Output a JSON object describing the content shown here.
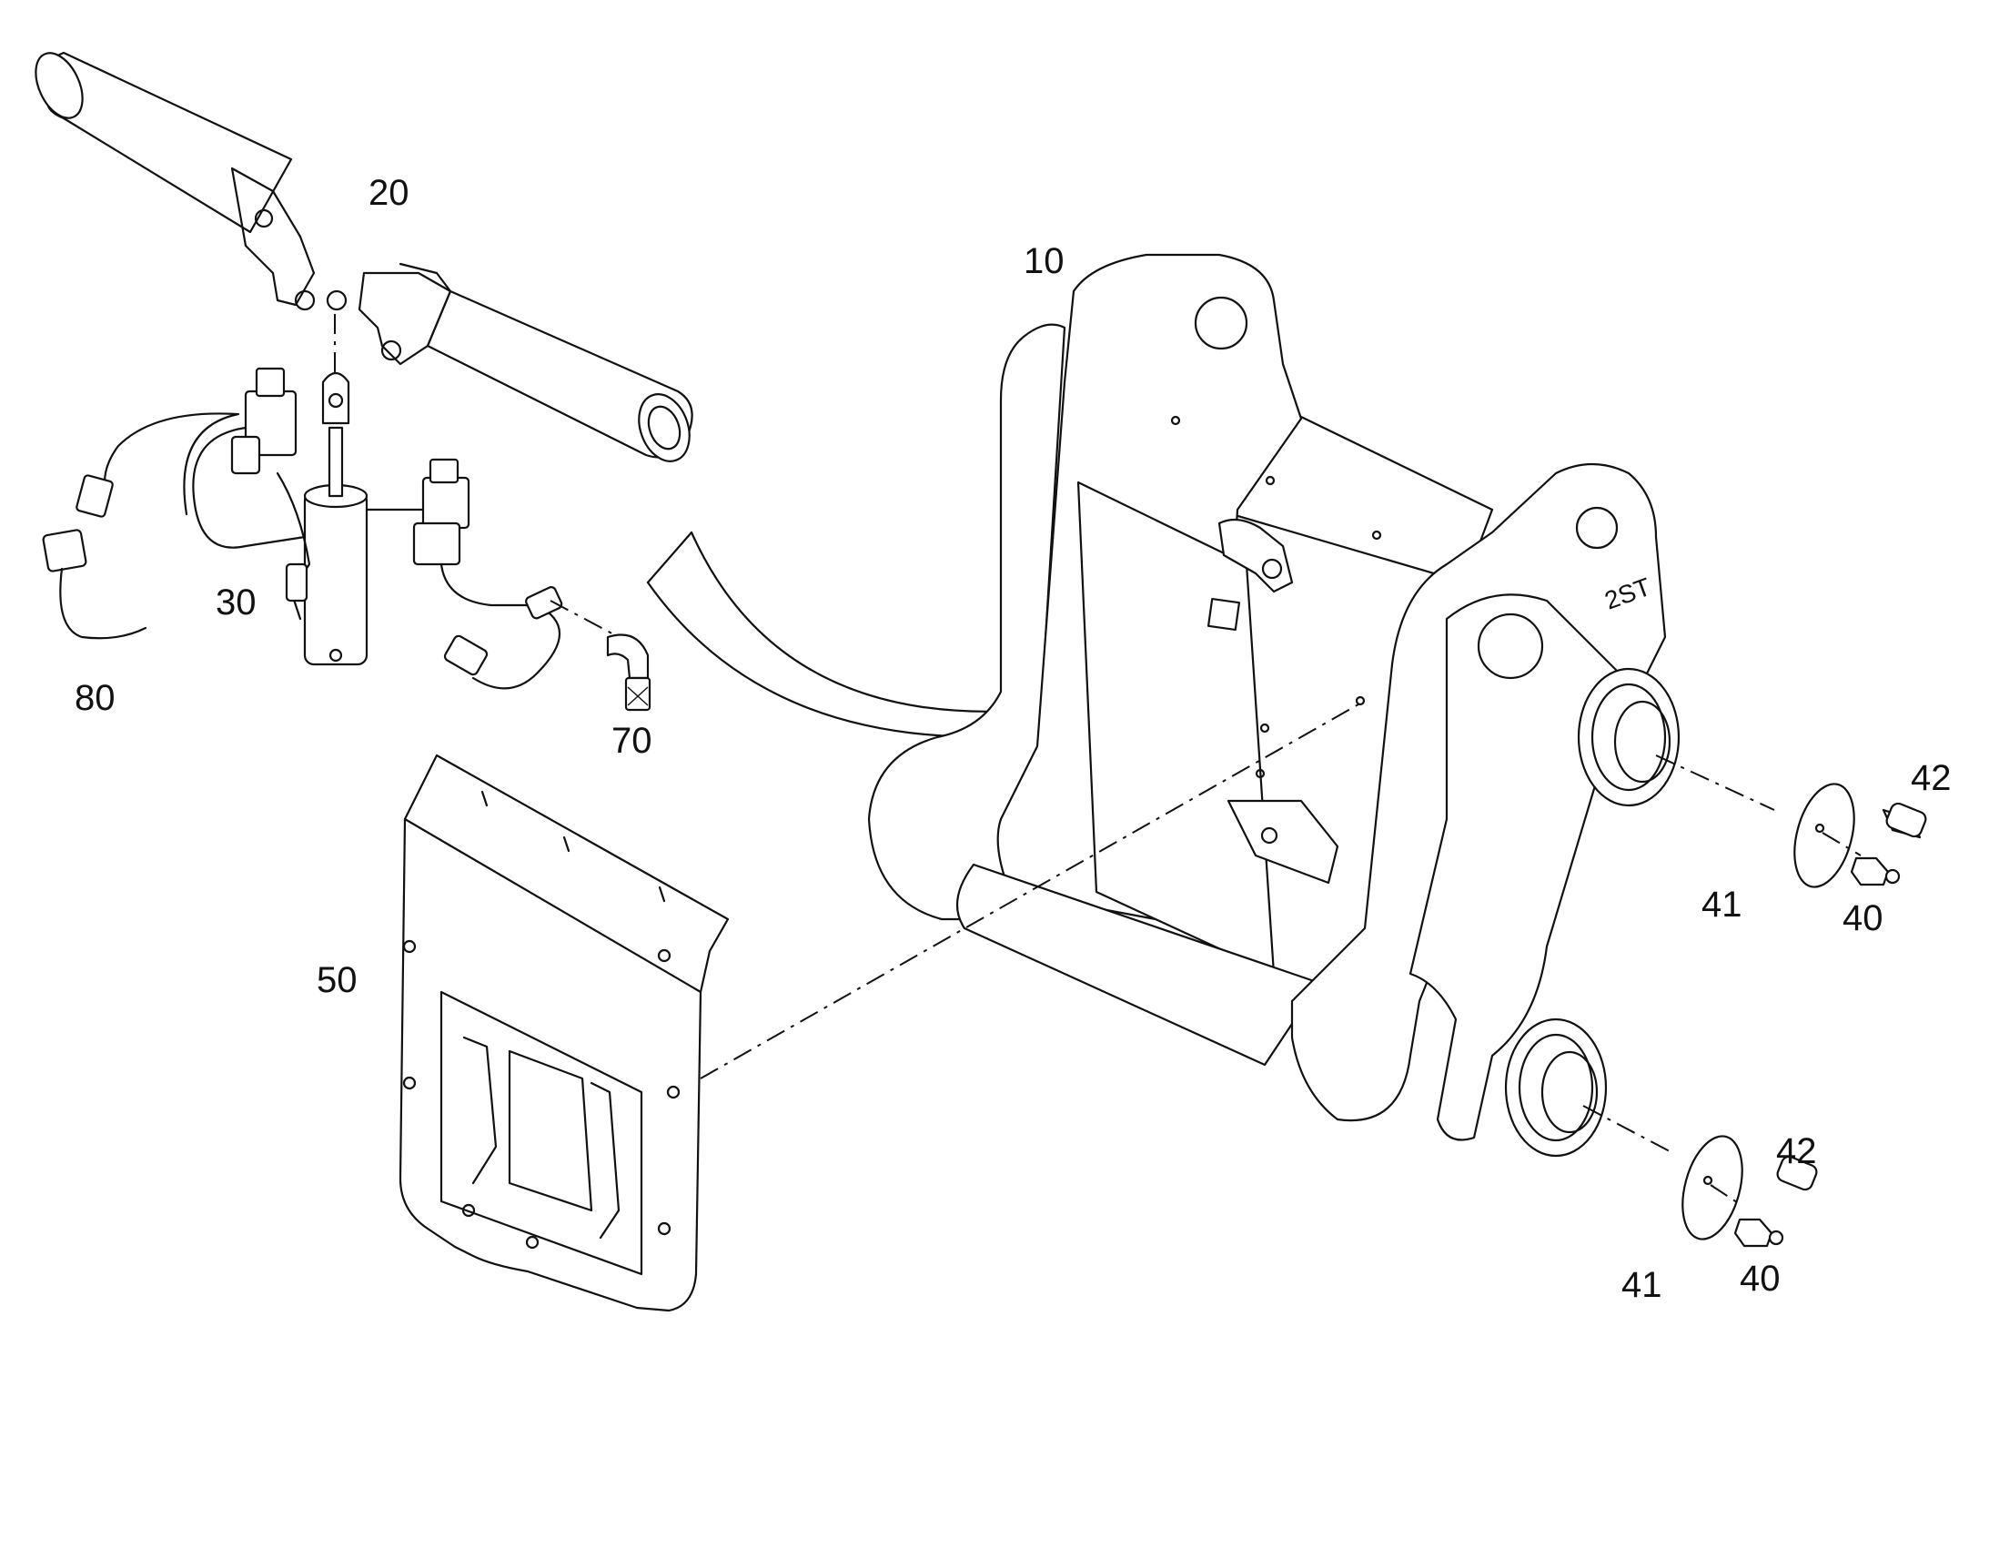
{
  "callouts": {
    "p10": "10",
    "p20": "20",
    "p30": "30",
    "p40a": "40",
    "p40b": "40",
    "p41a": "41",
    "p41b": "41",
    "p42a": "42",
    "p42b": "42",
    "p50": "50",
    "p70": "70",
    "p80": "80"
  },
  "frame_marking": "2ST",
  "colors": {
    "line": "#111111",
    "background": "#ffffff"
  }
}
